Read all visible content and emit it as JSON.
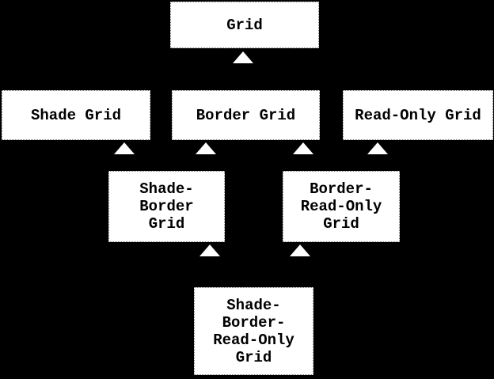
{
  "diagram": {
    "type": "class-inheritance-hierarchy",
    "colors": {
      "background": "#000000",
      "node_fill": "#ffffff",
      "node_border": "#808080",
      "node_text": "#000000",
      "arrow_fill": "#ffffff"
    },
    "nodes": [
      {
        "id": "grid",
        "label": "Grid"
      },
      {
        "id": "shade-grid",
        "label": "Shade Grid"
      },
      {
        "id": "border-grid",
        "label": "Border Grid"
      },
      {
        "id": "read-only-grid",
        "label": "Read-Only Grid"
      },
      {
        "id": "shade-border-grid",
        "label": "Shade-\nBorder\nGrid"
      },
      {
        "id": "border-read-only-grid",
        "label": "Border-\nRead-Only\nGrid"
      },
      {
        "id": "shade-border-read-only-grid",
        "label": "Shade-\nBorder-\nRead-Only\nGrid"
      }
    ],
    "edges": [
      {
        "from": "shade-grid",
        "to": "grid"
      },
      {
        "from": "border-grid",
        "to": "grid"
      },
      {
        "from": "read-only-grid",
        "to": "grid"
      },
      {
        "from": "shade-border-grid",
        "to": "shade-grid"
      },
      {
        "from": "shade-border-grid",
        "to": "border-grid"
      },
      {
        "from": "border-read-only-grid",
        "to": "border-grid"
      },
      {
        "from": "border-read-only-grid",
        "to": "read-only-grid"
      },
      {
        "from": "shade-border-read-only-grid",
        "to": "shade-border-grid"
      },
      {
        "from": "shade-border-read-only-grid",
        "to": "border-read-only-grid"
      }
    ]
  }
}
